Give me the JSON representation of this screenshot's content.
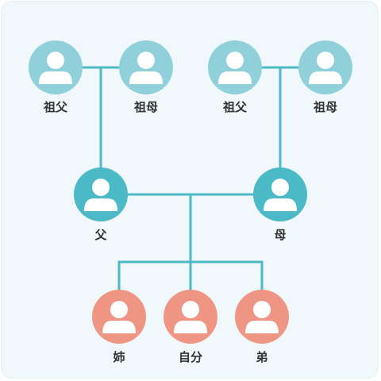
{
  "colors": {
    "background": "#f1f8fb",
    "line": "#4bbac6",
    "grandparent": "#8fd0da",
    "parent": "#4bbac6",
    "child": "#ef9584",
    "person_glyph": "#ffffff",
    "text": "#333333"
  },
  "icon": "person-icon",
  "family": {
    "grandparents_paternal": {
      "grandfather": "祖父",
      "grandmother": "祖母"
    },
    "grandparents_maternal": {
      "grandfather": "祖父",
      "grandmother": "祖母"
    },
    "parents": {
      "father": "父",
      "mother": "母"
    },
    "children": {
      "elder_sister": "姉",
      "self": "自分",
      "younger_brother": "弟"
    }
  }
}
